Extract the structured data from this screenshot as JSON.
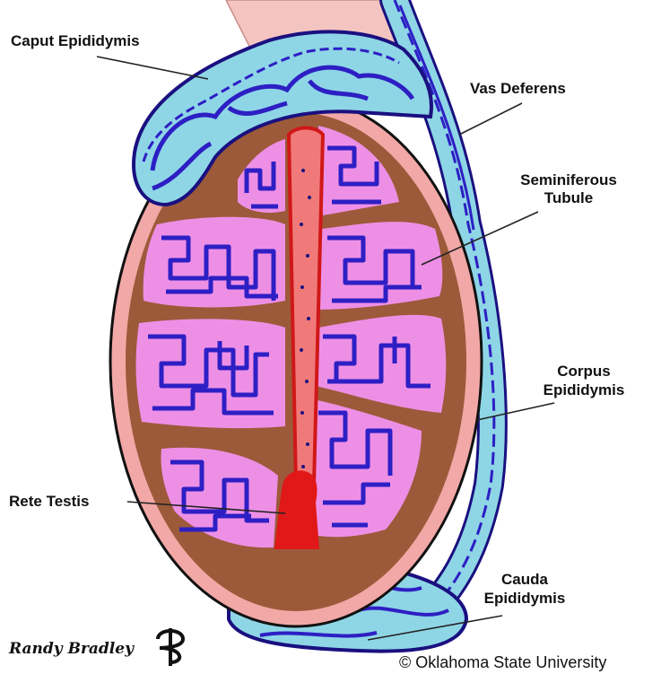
{
  "labels": {
    "caput_epididymis": "Caput Epididymis",
    "vas_deferens": "Vas Deferens",
    "seminiferous_line1": "Seminiferous",
    "seminiferous_line2": "Tubule",
    "corpus_line1": "Corpus",
    "corpus_line2": "Epididymis",
    "rete_testis": "Rete Testis",
    "cauda_line1": "Cauda",
    "cauda_line2": "Epididymis"
  },
  "credits": {
    "artist": "Randy Bradley",
    "copyright": "© Oklahoma State University"
  },
  "colors": {
    "tubule": "#2d1fc4",
    "tubule_dark": "#1a1080",
    "lobule_fill": "#ee8fe6",
    "septa": "#9c5a3a",
    "tunica": "#f2a8a6",
    "epididymis": "#8ed6e6",
    "rete": "#e01818",
    "mediastinum": "#f07a7a",
    "spermatic_cord": "#f4c4c0"
  }
}
